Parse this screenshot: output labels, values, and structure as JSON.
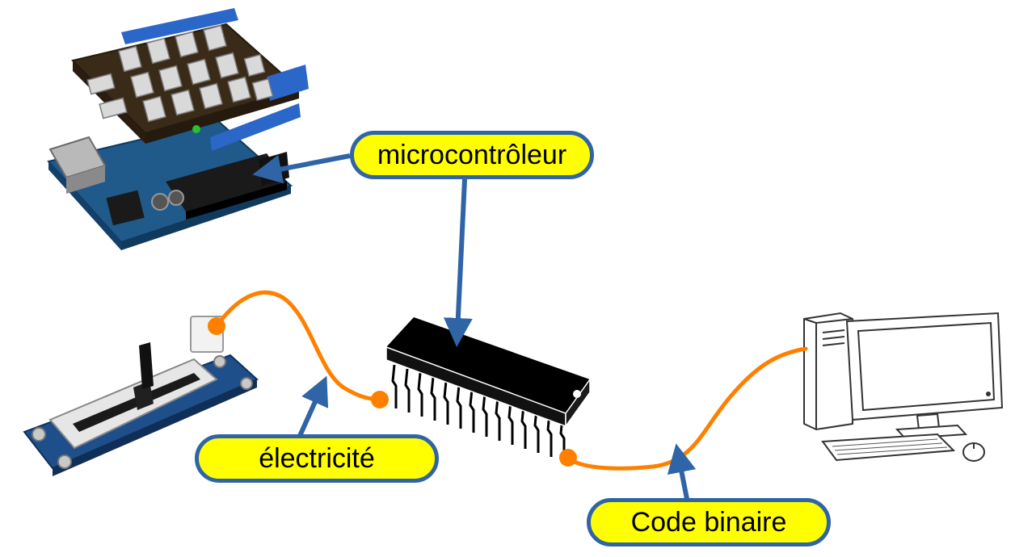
{
  "labels": {
    "microcontroller": "microcontrôleur",
    "electricity": "électricité",
    "binary_code": "Code binaire"
  },
  "colors": {
    "callout_fill": "#ffff00",
    "callout_border": "#2f64a6",
    "arrow": "#2f64a6",
    "wire": "#ff8000",
    "pcb_blue": "#1f5a8a",
    "chip_black": "#000000"
  },
  "icons": [
    "arduino-board-with-shield-icon",
    "slide-potentiometer-module-icon",
    "dip-chip-icon",
    "desktop-computer-icon"
  ]
}
